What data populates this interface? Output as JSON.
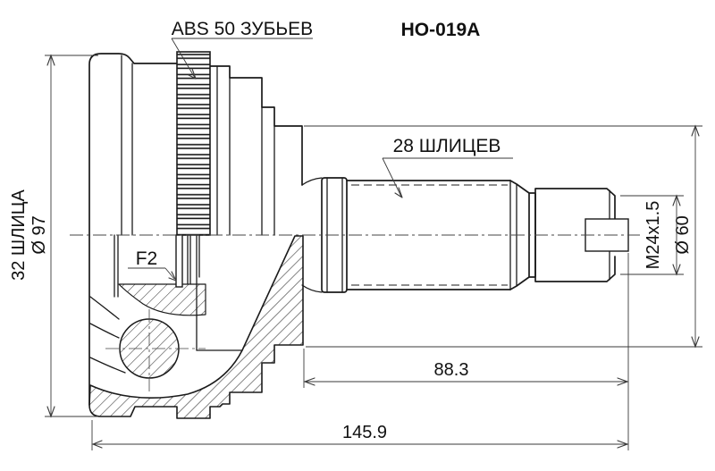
{
  "drawing": {
    "part_number": "HO-019A",
    "labels": {
      "abs_ring": "ABS 50 ЗУБЬЕВ",
      "outer_splines": "28 ШЛИЦЕВ",
      "grease_code": "F2"
    },
    "dimensions": {
      "inner_splines": "32 ШЛИЦА",
      "outer_diameter": "Ø 97",
      "thread": "M24x1.5",
      "hub_diameter": "Ø 60",
      "shaft_length": "88.3",
      "total_length": "145.9"
    },
    "line_color": "#1b1b1b",
    "background": "#ffffff"
  }
}
